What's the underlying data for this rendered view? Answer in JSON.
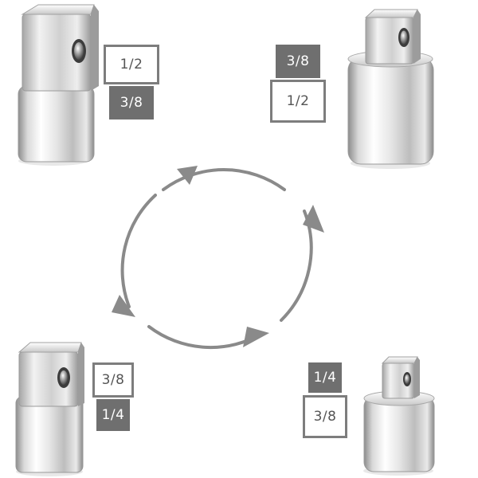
{
  "colors": {
    "arrow": "#8a8a8a",
    "label_fill": "#6f6f6f",
    "label_outline": "#7d7d7d",
    "chrome_light": "#f4f4f4",
    "chrome_dark": "#7a7a7a"
  },
  "adapters": [
    {
      "id": "top-left",
      "labels": {
        "top": "1/2",
        "bottom": "3/8"
      }
    },
    {
      "id": "top-right",
      "labels": {
        "top": "3/8",
        "bottom": "1/2"
      }
    },
    {
      "id": "bottom-left",
      "labels": {
        "top": "3/8",
        "bottom": "1/4"
      }
    },
    {
      "id": "bottom-right",
      "labels": {
        "top": "1/4",
        "bottom": "3/8"
      }
    }
  ]
}
